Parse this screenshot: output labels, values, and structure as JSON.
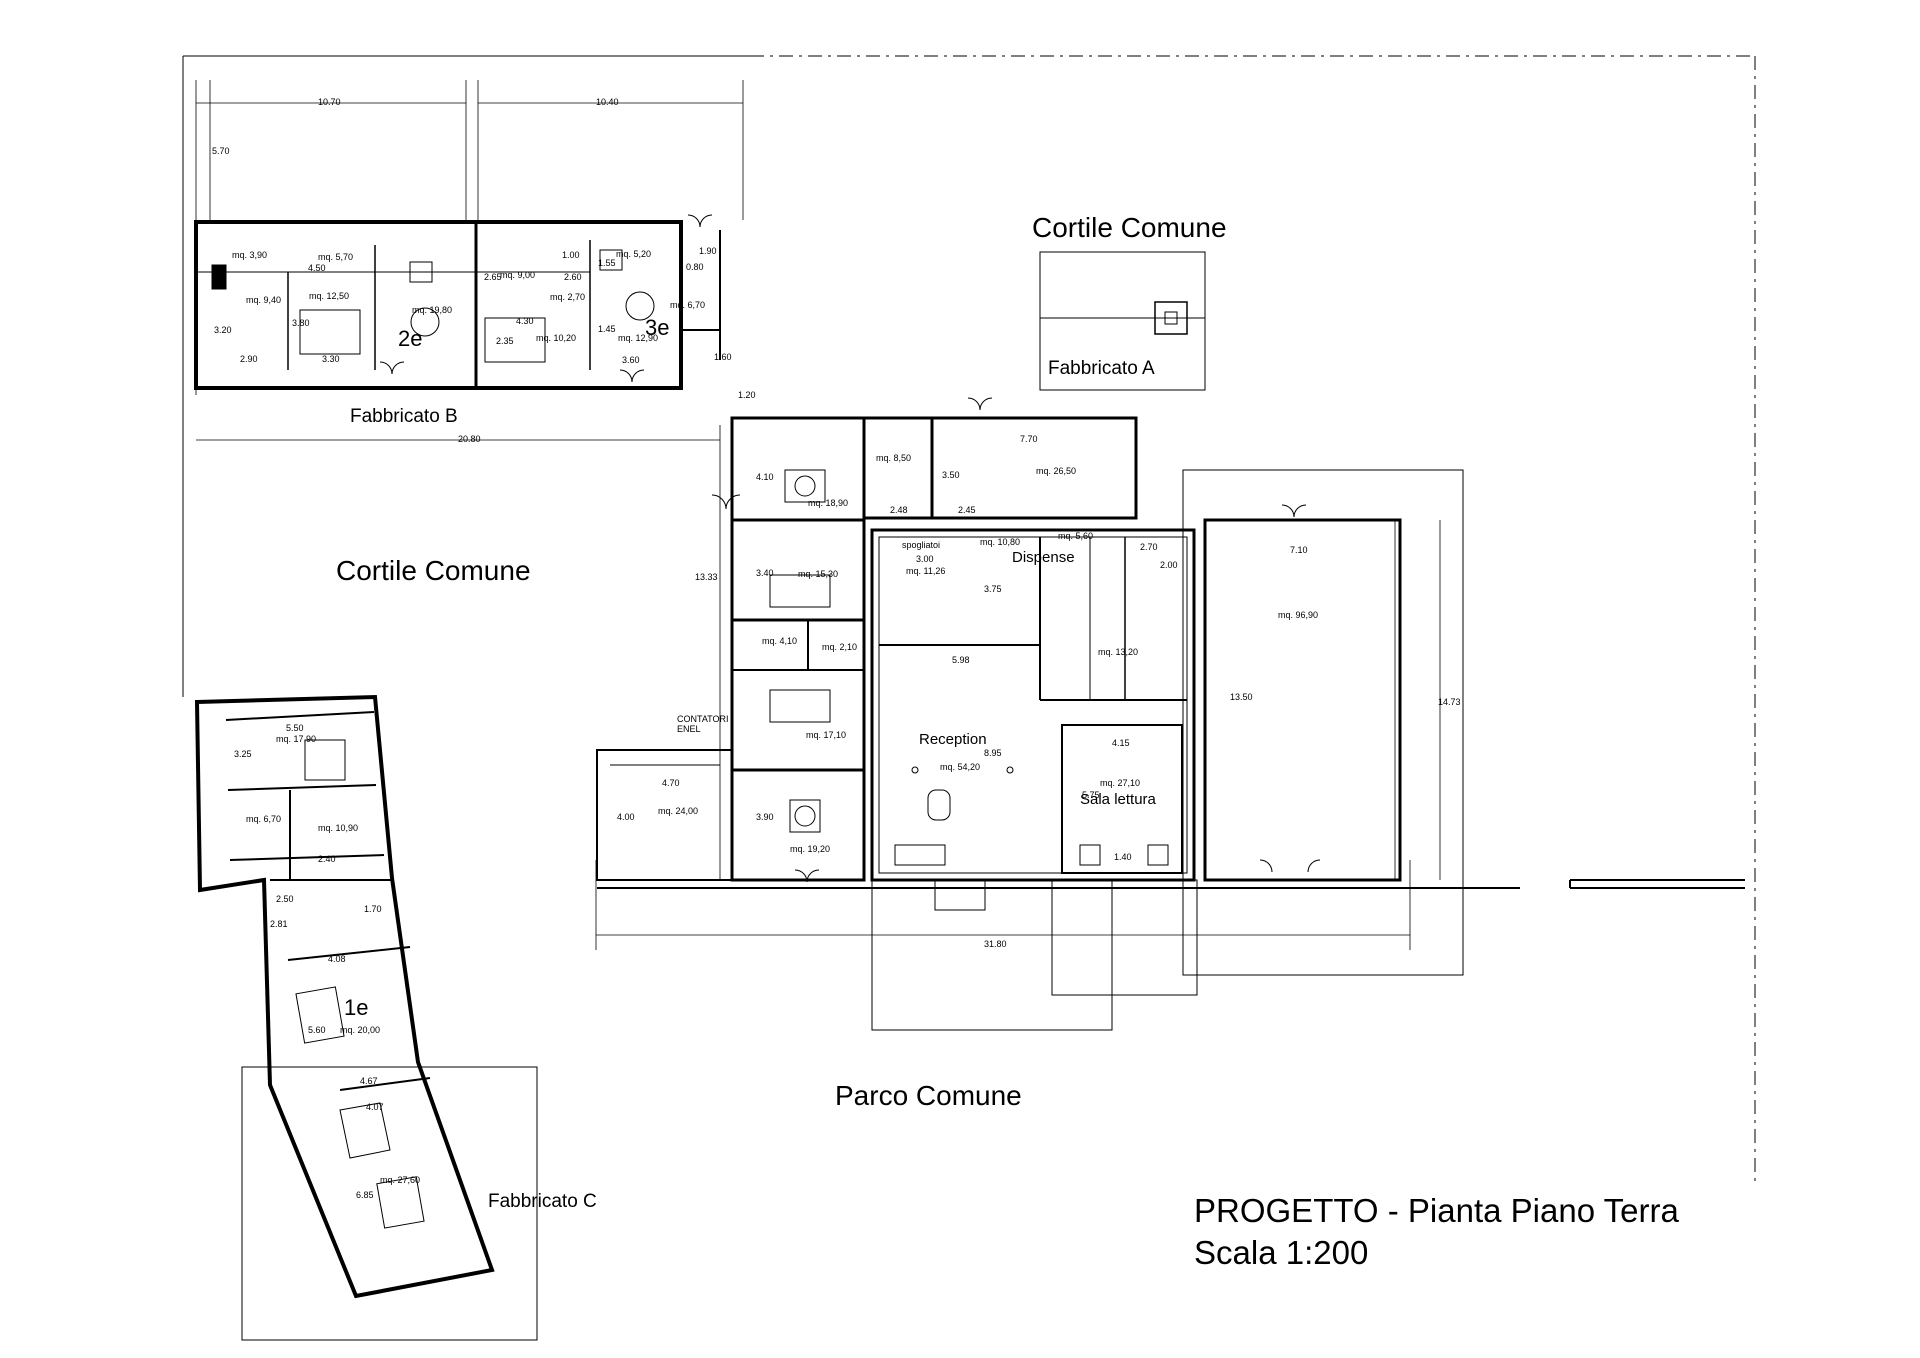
{
  "zones": {
    "cortile_top": "Cortile Comune",
    "cortile_left": "Cortile  Comune",
    "parco": "Parco Comune"
  },
  "buildings": {
    "a": "Fabbricato A",
    "b": "Fabbricato B",
    "c": "Fabbricato C"
  },
  "units": {
    "u1": "1e",
    "u2": "2e",
    "u3": "3e"
  },
  "rooms": {
    "reception": "Reception",
    "dispense": "Dispense",
    "sala_lettura": "Sala lettura",
    "spogliatoi": "spogliatoi",
    "contatori": "CONTATORI",
    "enel": "ENEL"
  },
  "areas": {
    "b1": "mq. 3,90",
    "b2": "mq. 5,70",
    "b3": "mq. 9,40",
    "b4": "mq. 12,50",
    "b5": "mq. 19,80",
    "b6": "mq. 9,00",
    "b7": "mq. 5,20",
    "b8": "mq. 2,70",
    "b9": "mq. 6,70",
    "b10": "mq. 10,20",
    "b11": "mq. 12,90",
    "a1": "mq. 8,50",
    "a2": "mq. 26,50",
    "a3": "mq. 18,90",
    "a4": "mq. 15,30",
    "a5": "mq. 4,10",
    "a6": "mq. 2,10",
    "a7": "mq. 17,10",
    "a8": "mq. 19,20",
    "a9": "mq. 24,00",
    "a10": "mq. 11,26",
    "a11": "mq. 10,80",
    "a12": "mq. 5,60",
    "a13": "mq. 13,20",
    "a14": "mq. 54,20",
    "a15": "mq. 27,10",
    "a16": "mq. 96,90",
    "c1": "mq. 17,90",
    "c2": "mq. 6,70",
    "c3": "mq. 10,90",
    "c4": "mq. 20,00",
    "c5": "mq. 27,60"
  },
  "dimensions": {
    "d1070": "10.70",
    "d1040": "10.40",
    "d570": "5.70",
    "d2080": "20.80",
    "d120": "1.20",
    "d450": "4.50",
    "d320": "3.20",
    "d290": "2.90",
    "d330": "3.30",
    "d380": "3.80",
    "d235": "2.35",
    "d360": "3.60",
    "d190": "1.90",
    "d160": "1.60",
    "d080": "0.80",
    "d265": "2.65",
    "d260": "2.60",
    "d155": "1.55",
    "d100": "1.00",
    "d145": "1.45",
    "d430": "4.30",
    "d1333": "13.33",
    "d770": "7.70",
    "d350": "3.50",
    "d248": "2.48",
    "d245": "2.45",
    "d410": "4.10",
    "d340": "3.40",
    "d300": "3.00",
    "d375": "3.75",
    "d270": "2.70",
    "d200": "2.00",
    "d598": "5.98",
    "d895": "8.95",
    "d415": "4.15",
    "d575": "5.75",
    "d470": "4.70",
    "d400": "4.00",
    "d390": "3.90",
    "d3180": "31.80",
    "d710": "7.10",
    "d1350": "13.50",
    "d1473": "14.73",
    "d140": "1.40",
    "d550": "5.50",
    "d325": "3.25",
    "d240": "2.40",
    "d408": "4.08",
    "d170": "1.70",
    "d281": "2.81",
    "d250": "2.50",
    "d560": "5.60",
    "d467": "4.67",
    "d407": "4.07",
    "d685": "6.85"
  },
  "project": {
    "title": "PROGETTO - Pianta Piano Terra",
    "scale": "Scala 1:200"
  }
}
